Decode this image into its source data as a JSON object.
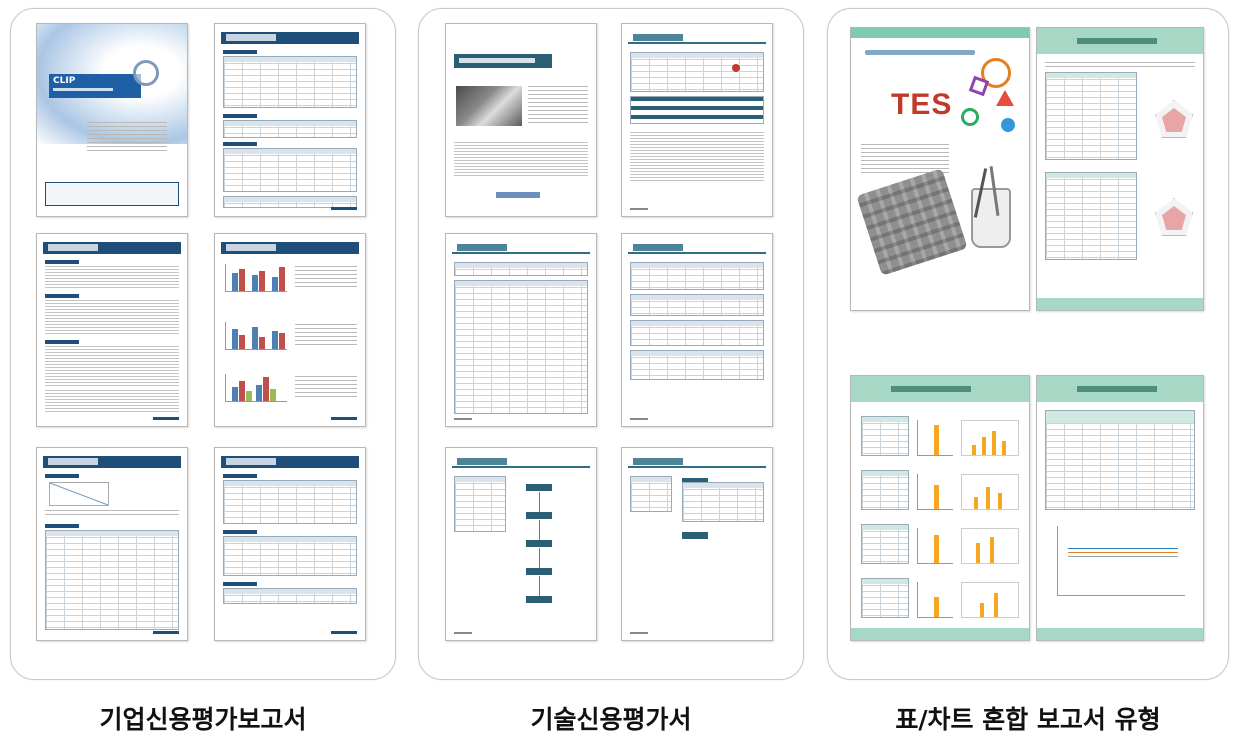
{
  "captions": {
    "corporate": "기업신용평가보고서",
    "technology": "기술신용평가서",
    "mixed": "표/차트 혼합 보고서 유형"
  },
  "thumbnails": {
    "clip_logo": "CLIP",
    "tes_logo": "TES"
  }
}
